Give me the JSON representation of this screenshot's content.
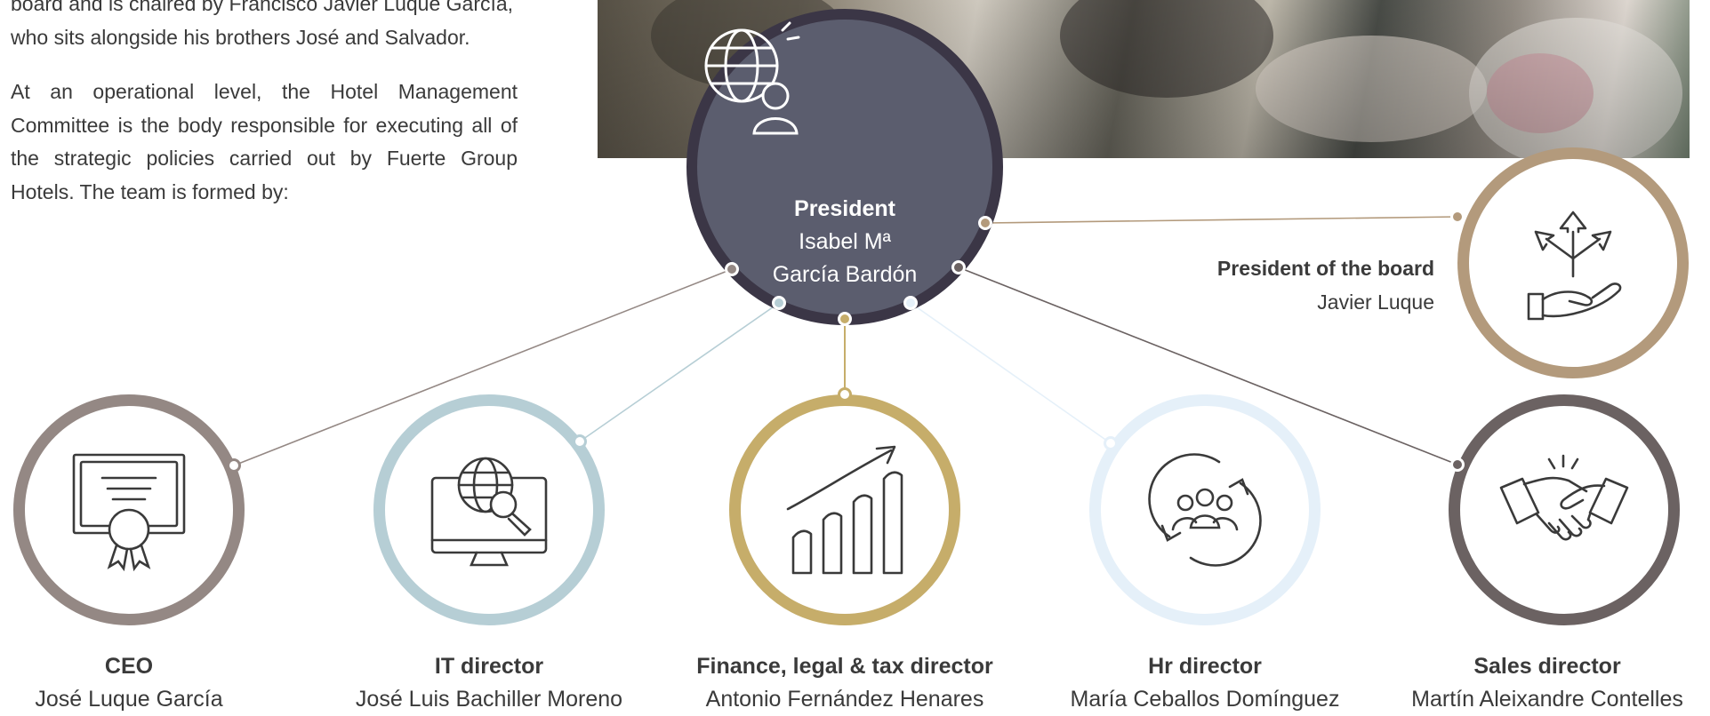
{
  "intro": {
    "para1_line1": "board and is chaired by Francisco Javier Luque García,",
    "para1_line2": "who sits alongside his brothers José and Salvador.",
    "para2": "At an operational level, the Hotel Management Committee is the body responsible for executing all of the strategic policies carried out by Fuerte Group Hotels. The team is formed by:"
  },
  "president": {
    "title": "President",
    "name_line1": "Isabel Mª",
    "name_line2": "García Bardón",
    "icon": "globe-person-icon",
    "color": "#5b5d6e",
    "ring_color": "#3b3646"
  },
  "board": {
    "title": "President of the board",
    "name": "Javier Luque",
    "icon": "arrows-hand-icon",
    "color": "#b39a7c"
  },
  "directors": [
    {
      "title": "CEO",
      "name": "José Luque García",
      "icon": "certificate-icon",
      "color": "#948884"
    },
    {
      "title": "IT director",
      "name": "José Luis Bachiller Moreno",
      "icon": "monitor-globe-icon",
      "color": "#b6ced5"
    },
    {
      "title": "Finance, legal & tax director",
      "name": "Antonio Fernández Henares",
      "icon": "growth-chart-icon",
      "color": "#c6ad6a"
    },
    {
      "title": "Hr director",
      "name": "María Ceballos Domínguez",
      "icon": "team-cycle-icon",
      "color": "#e5f0f9"
    },
    {
      "title": "Sales director",
      "name": "Martín Aleixandre Contelles",
      "icon": "handshake-icon",
      "color": "#6b6262"
    }
  ]
}
